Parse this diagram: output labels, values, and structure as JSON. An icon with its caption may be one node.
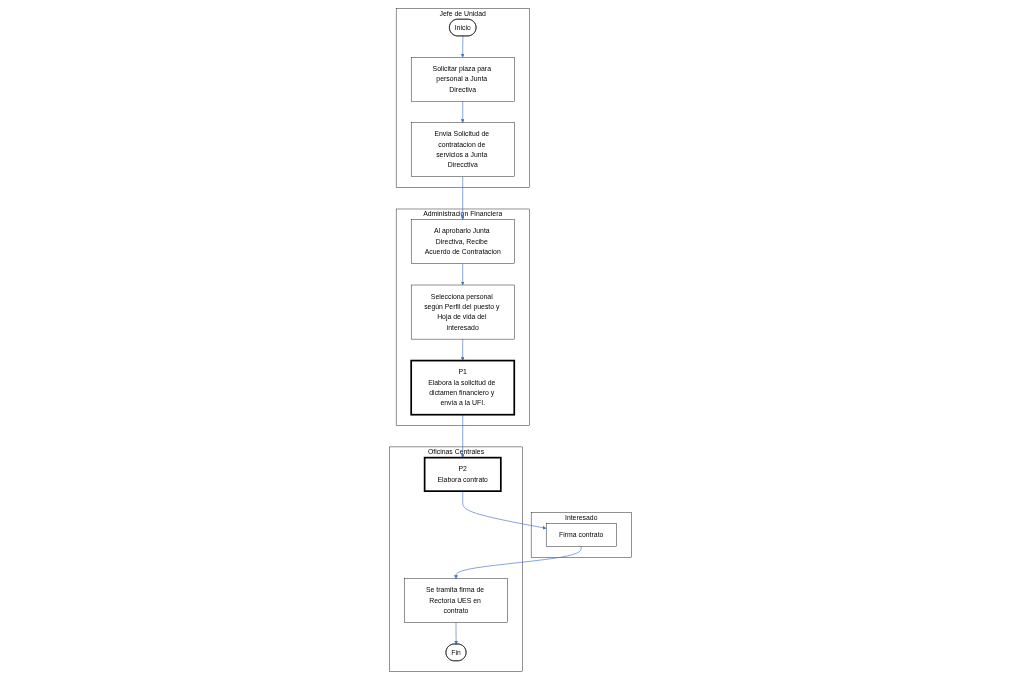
{
  "diagram": {
    "nodes": [
      {
        "text": [
          "Jefe de Unidad"
        ]
      },
      {
        "text": [
          "Inicio"
        ],
        "in": 0
      },
      {
        "text": [
          "Solicitar plaza para personal a Junta Directiva"
        ],
        "in": 0
      },
      {
        "text": [
          "Envia Solicitud de contratacion de servicios a Junta Direcctiva"
        ],
        "in": 0
      },
      {
        "text": [
          "Administracion Financiera"
        ]
      },
      {
        "text": [
          "Al aprobarlo Junta Directiva, Recibe Acuerdo de Contratacion"
        ],
        "in": 4
      },
      {
        "text": [
          "Selecciona personal según Perfil del puesto y Hoja de vida del interesado"
        ],
        "in": 4
      },
      {
        "text": [
          "P1",
          "Elabora la solicitud de dictamen financiero y envía a la UFI."
        ],
        "in": 4
      },
      {
        "text": [
          "Interesado"
        ]
      },
      {
        "text": [
          "Firma contrato"
        ],
        "in": 8
      },
      {
        "text": [
          "Oficinas Centrales"
        ]
      },
      {
        "text": [
          "P2",
          "Elabora contrato"
        ],
        "in": 10
      },
      {
        "text": [
          "Se tramita firma de Rectoría UES en contrato"
        ],
        "in": 10
      },
      {
        "text": [
          "Fin"
        ],
        "in": 10
      }
    ],
    "edges": [
      {
        "from": 1,
        "to": 2,
        "arrow": "to"
      },
      {
        "from": 2,
        "to": 3,
        "arrow": "to"
      },
      {
        "from": 3,
        "to": 5,
        "arrow": "to"
      },
      {
        "from": 5,
        "to": 6,
        "arrow": "to"
      },
      {
        "from": 6,
        "to": 7,
        "arrow": "to"
      },
      {
        "from": 7,
        "to": 11,
        "arrow": "to"
      },
      {
        "from": 11,
        "to": 9,
        "arrow": "to"
      },
      {
        "from": 9,
        "to": 12,
        "arrow": "to"
      },
      {
        "from": 12,
        "to": 13,
        "arrow": "to"
      }
    ]
  }
}
